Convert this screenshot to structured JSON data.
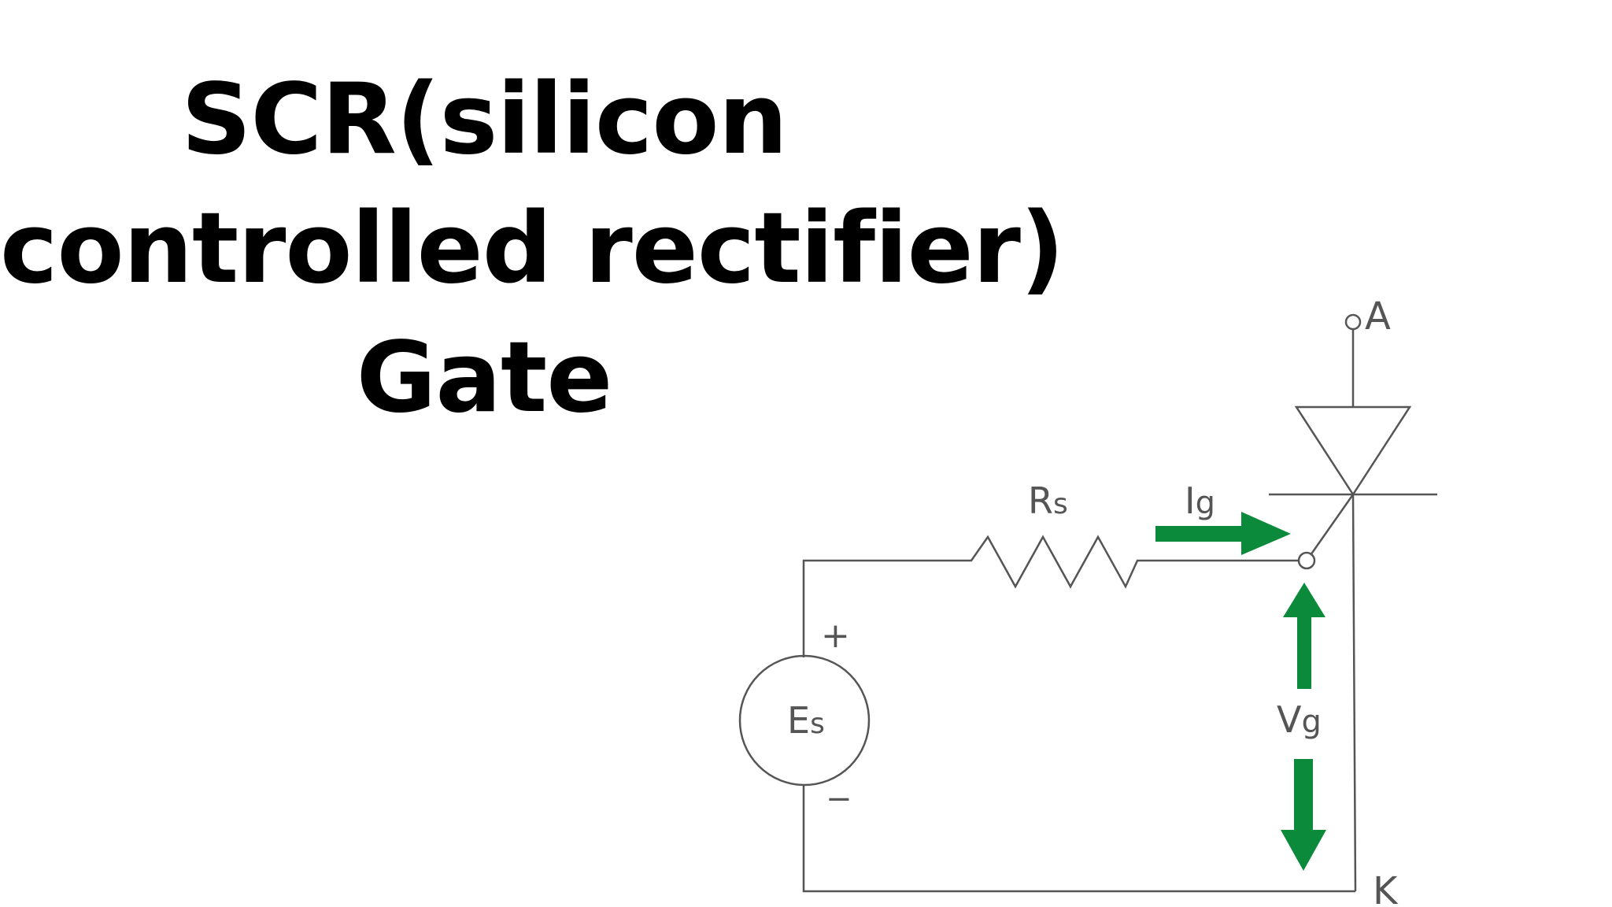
{
  "title": {
    "line1": "SCR(silicon",
    "line2": "controlled rectifier)",
    "line3": "Gate"
  },
  "diagram": {
    "labels": {
      "anode": "A",
      "cathode": "K",
      "resistor_main": "R",
      "resistor_sub": "s",
      "gate_current_main": "I",
      "gate_current_sub": "g",
      "source_main": "E",
      "source_sub": "s",
      "gate_voltage_main": "V",
      "gate_voltage_sub": "g",
      "plus": "+",
      "minus": "−"
    },
    "colors": {
      "wire": "#555555",
      "arrow": "#0c8a3c",
      "title": "#000000"
    }
  }
}
